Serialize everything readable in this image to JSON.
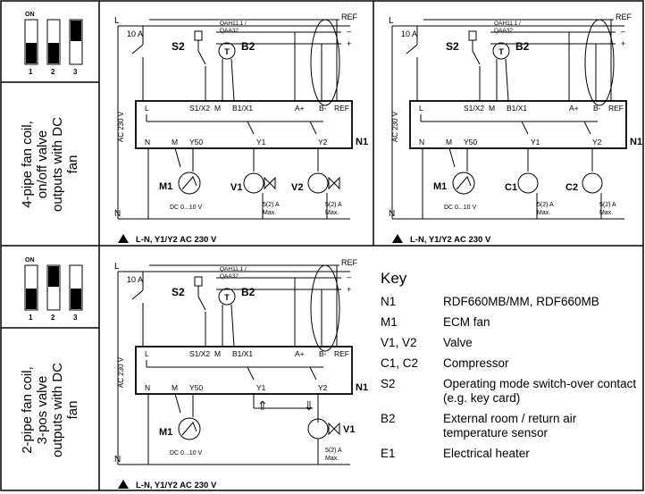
{
  "rows": [
    {
      "switch": {
        "on_label": "ON",
        "numbers": [
          "1",
          "2",
          "3"
        ],
        "states": [
          "on",
          "on",
          "off"
        ]
      },
      "title": "4-pipe fan coil,\non/off valve\noutputs with DC\nfan"
    },
    {
      "switch": {
        "on_label": "ON",
        "numbers": [
          "1",
          "2",
          "3"
        ],
        "states": [
          "on",
          "off",
          "on"
        ]
      },
      "title": "2-pipe fan coil,\n3-pos valve\noutputs with DC\nfan"
    }
  ],
  "diagram_common": {
    "L": "L",
    "N": "N",
    "fuse": "10 A",
    "ref": "REF",
    "minus": "–",
    "plus": "+",
    "S2": "S2",
    "B2": "B2",
    "qaa_line1": "QAH11.1 /",
    "qaa_line2": "QAA32",
    "term_top": [
      "L",
      "S1/X2",
      "M",
      "B1/X1",
      "A+",
      "B-",
      "REF"
    ],
    "term_bottom": [
      "N",
      "M",
      "Y50",
      "Y1",
      "Y2"
    ],
    "supply": "AC 230 V",
    "N1": "N1",
    "M1": "M1",
    "dc": "DC 0...10 V",
    "rating": "5(2) A",
    "max": "Max.",
    "warning": "L-N, Y1/Y2   AC 230 V"
  },
  "diagram_a": {
    "out1": "V1",
    "out2": "V2"
  },
  "diagram_b": {
    "out1": "C1",
    "out2": "C2"
  },
  "diagram_c": {
    "out1": "V1",
    "up_arrow": "⇑",
    "down_arrow": "⇓"
  },
  "key": {
    "title": "Key",
    "items": [
      {
        "code": "N1",
        "text": "RDF660MB/MM, RDF660MB"
      },
      {
        "code": "M1",
        "text": "ECM fan"
      },
      {
        "code": "V1, V2",
        "text": "Valve"
      },
      {
        "code": "C1, C2",
        "text": "Compressor"
      },
      {
        "code": "S2",
        "text": "Operating mode switch-over contact (e.g. key card)"
      },
      {
        "code": "B2",
        "text": "External room / return air temperature sensor"
      },
      {
        "code": "E1",
        "text": "Electrical heater"
      }
    ]
  }
}
